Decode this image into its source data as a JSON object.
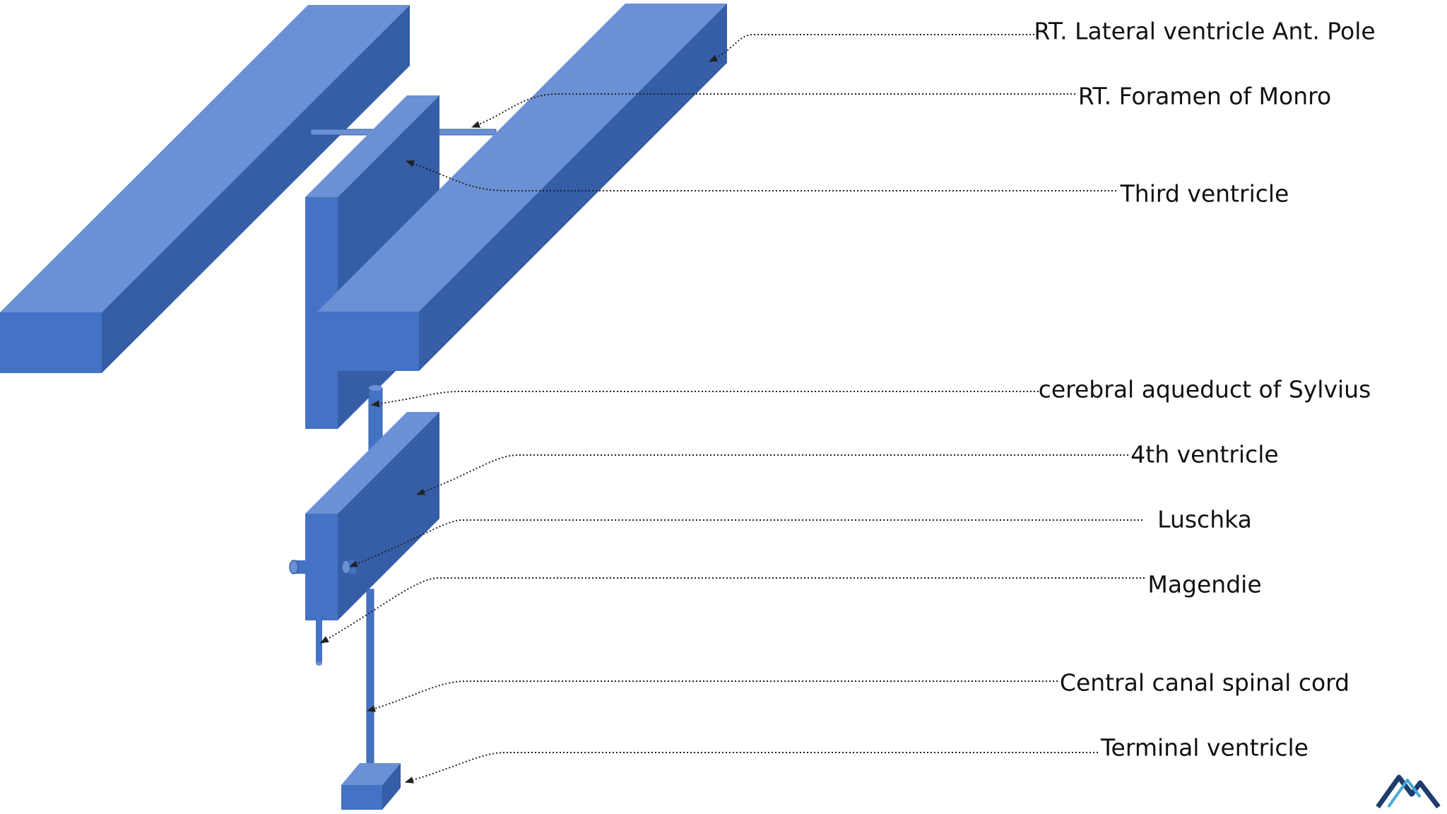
{
  "colors": {
    "front": "#4472C4",
    "top": "#6B90D3",
    "side": "#355EA6",
    "leader": "#222222",
    "logo_a": "#1F3C6E",
    "logo_b": "#47A8D8"
  },
  "labels": {
    "lateral_pole": "RT. Lateral ventricle Ant. Pole",
    "monro": "RT. Foramen of Monro",
    "third": "Third ventricle",
    "aqueduct": "cerebral aqueduct of Sylvius",
    "fourth": "4th ventricle",
    "luschka": "Luschka",
    "magendie": "Magendie",
    "central_canal": "Central canal spinal cord",
    "terminal": "Terminal ventricle"
  },
  "icons": {
    "logo": "mountain-logo-icon"
  }
}
